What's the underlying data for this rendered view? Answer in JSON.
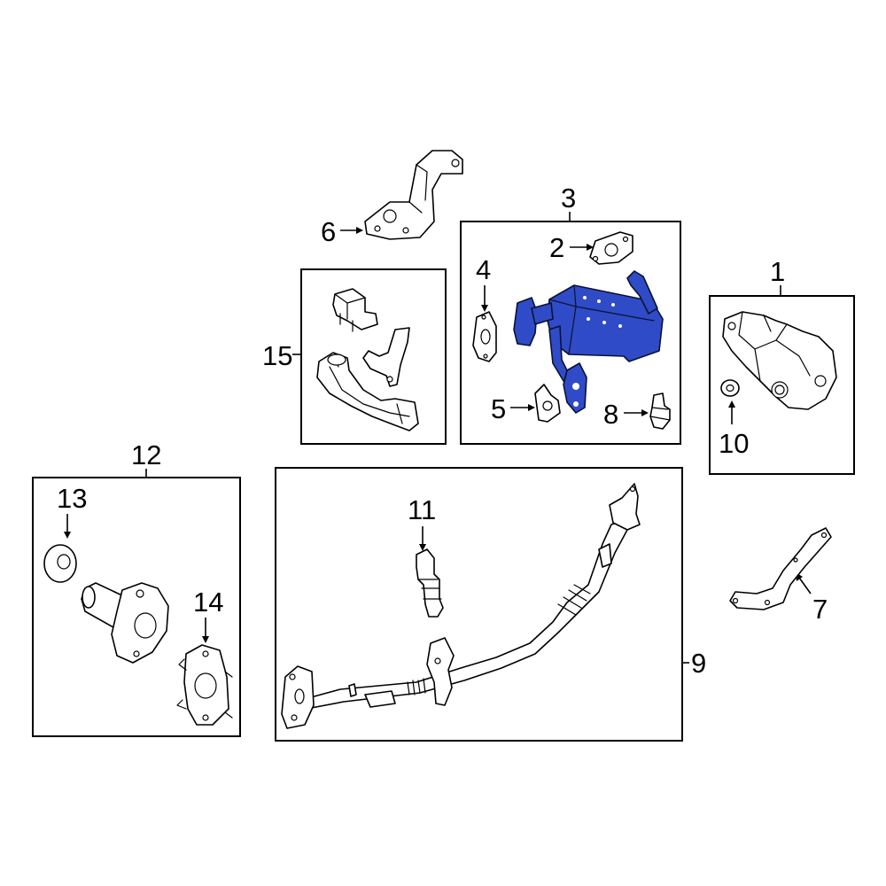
{
  "diagram": {
    "highlight_color": "#2f4bc7",
    "callouts": [
      {
        "id": "c1",
        "label": "1"
      },
      {
        "id": "c2",
        "label": "2"
      },
      {
        "id": "c3",
        "label": "3"
      },
      {
        "id": "c4",
        "label": "4"
      },
      {
        "id": "c5",
        "label": "5"
      },
      {
        "id": "c6",
        "label": "6"
      },
      {
        "id": "c7",
        "label": "7"
      },
      {
        "id": "c8",
        "label": "8"
      },
      {
        "id": "c9",
        "label": "9"
      },
      {
        "id": "c10",
        "label": "10"
      },
      {
        "id": "c11",
        "label": "11"
      },
      {
        "id": "c12",
        "label": "12"
      },
      {
        "id": "c13",
        "label": "13"
      },
      {
        "id": "c14",
        "label": "14"
      },
      {
        "id": "c15",
        "label": "15"
      }
    ]
  }
}
